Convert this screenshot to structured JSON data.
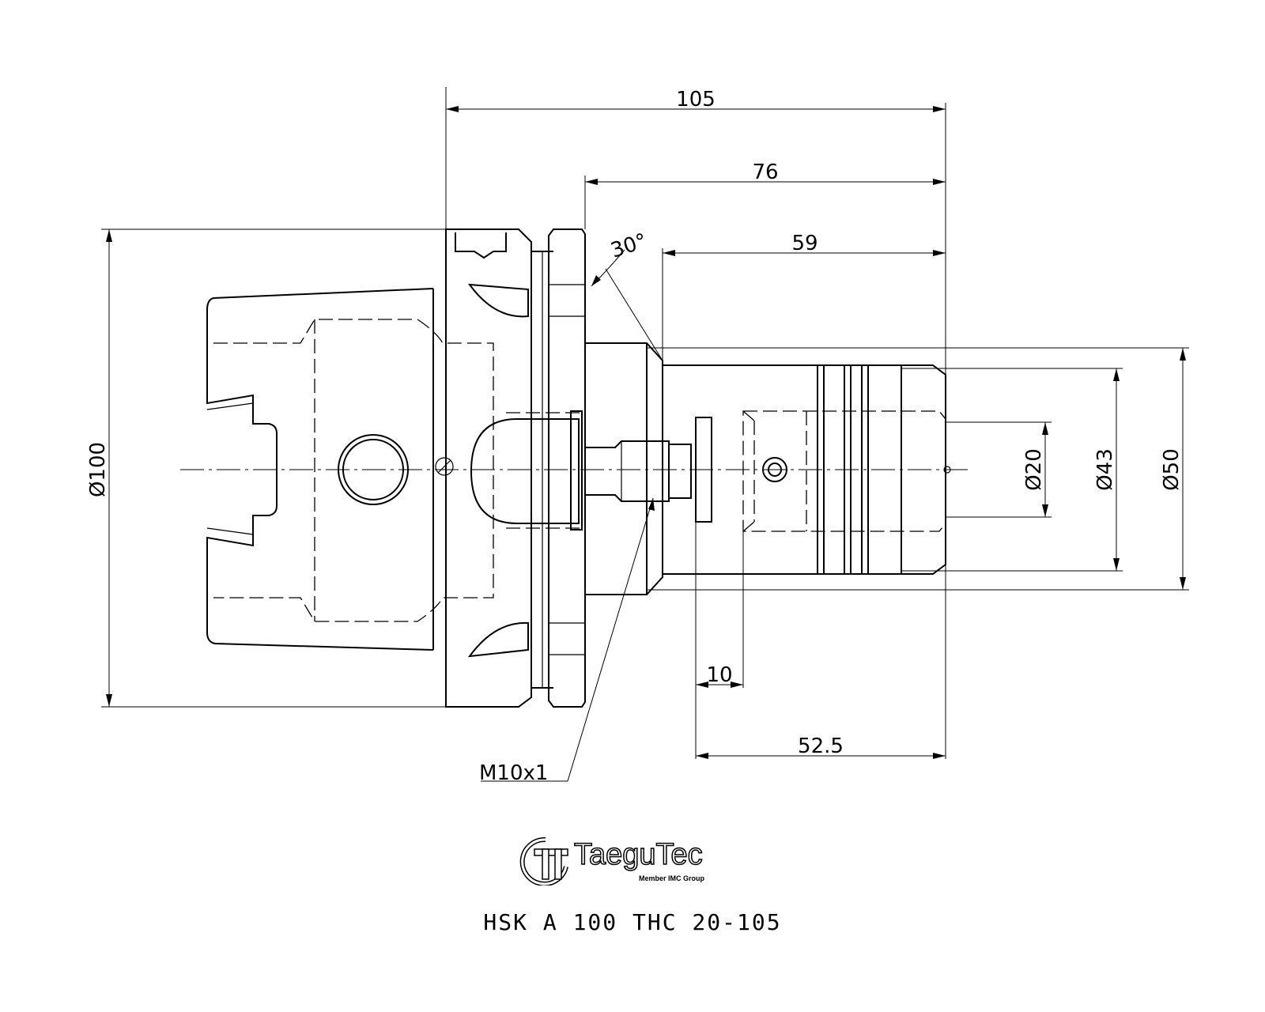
{
  "dimensions": {
    "overall_length": "105",
    "gauge_length": "76",
    "body_length": "59",
    "angle": "30°",
    "flange_diameter": "Ø100",
    "clamp_diameter": "Ø20",
    "nut_diameter": "Ø43",
    "body_diameter": "Ø50",
    "min_clamp_depth": "10",
    "max_clamp_depth": "52.5",
    "thread": "M10x1"
  },
  "logo": {
    "brand": "TaeguTec",
    "tagline": "Member IMC Group"
  },
  "part_number": "HSK A 100 THC 20-105"
}
